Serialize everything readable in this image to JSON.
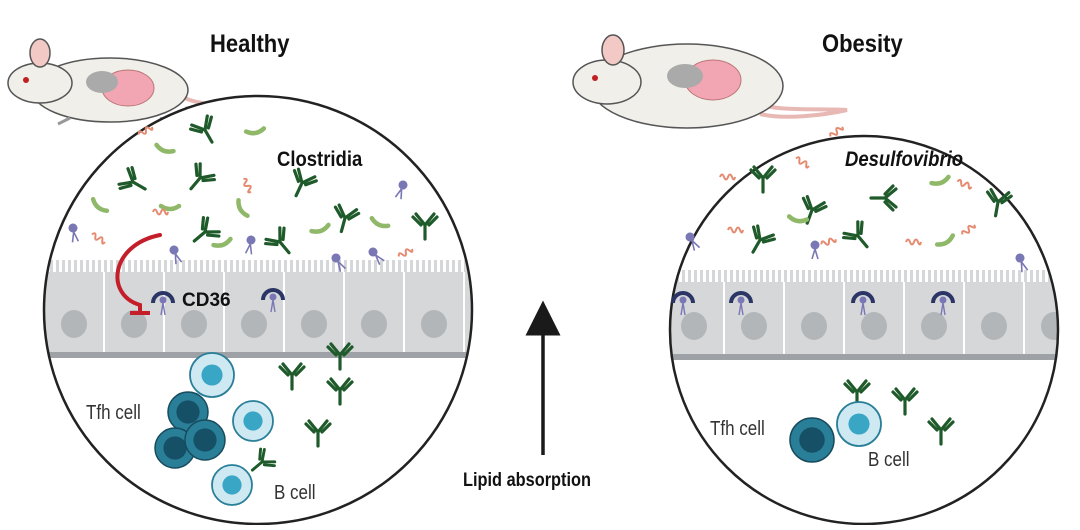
{
  "panels": {
    "healthy": {
      "title": "Healthy",
      "bacteria": "Clostridia",
      "receptor": "CD36",
      "t_cell": "Tfh cell",
      "b_cell": "B cell"
    },
    "obesity": {
      "title": "Obesity",
      "bacteria": "Desulfovibrio",
      "t_cell": "Tfh cell",
      "b_cell": "B cell"
    }
  },
  "arrow_label": "Lipid absorption",
  "icons": [
    "mouse-icon",
    "antibody-icon",
    "bacterium-icon",
    "lipid-icon",
    "receptor-icon",
    "epithelial-cell-icon",
    "tfh-cell-icon",
    "b-cell-icon",
    "inhibition-arrow-icon",
    "up-arrow-icon"
  ],
  "colors": {
    "antibody": "#1f5a2a",
    "clostridia": "#8fb868",
    "desulfovibrio": "#e58a70",
    "lipid": "#7a77b5",
    "receptor": "#2b3566",
    "epithelium": "#d5d7d9",
    "tfh_cell": "#2a7f98",
    "b_cell": "#cfe9f3",
    "inhibition": "#c41e2a"
  }
}
